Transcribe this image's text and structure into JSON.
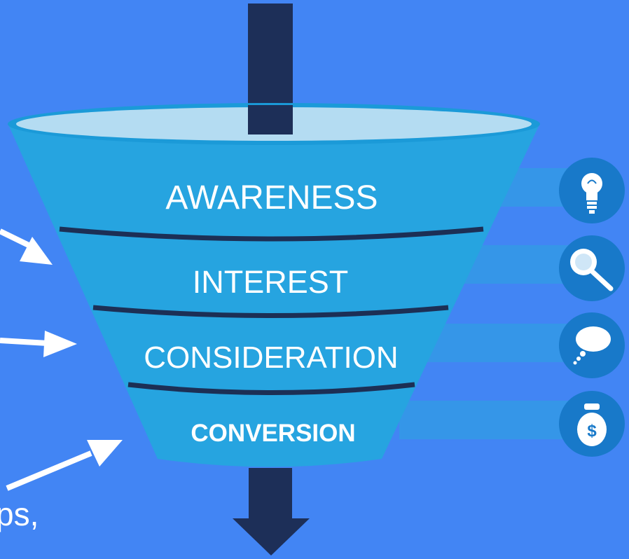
{
  "stages": [
    {
      "label": "AWARENESS",
      "icon": "lightbulb-icon"
    },
    {
      "label": "INTEREST",
      "icon": "magnifier-icon"
    },
    {
      "label": "CONSIDERATION",
      "icon": "speech-bubble-icon"
    },
    {
      "label": "CONVERSION",
      "icon": "money-bag-icon"
    }
  ],
  "cutoff_text": "ps,",
  "colors": {
    "background": "#4285f4",
    "funnel": "#26a4e0",
    "funnel_rim": "#b4dcf2",
    "separator": "#1c2f55",
    "arrow": "#1d2f58",
    "icon_circle": "#1879c9",
    "connector_band": "#3596e8"
  }
}
